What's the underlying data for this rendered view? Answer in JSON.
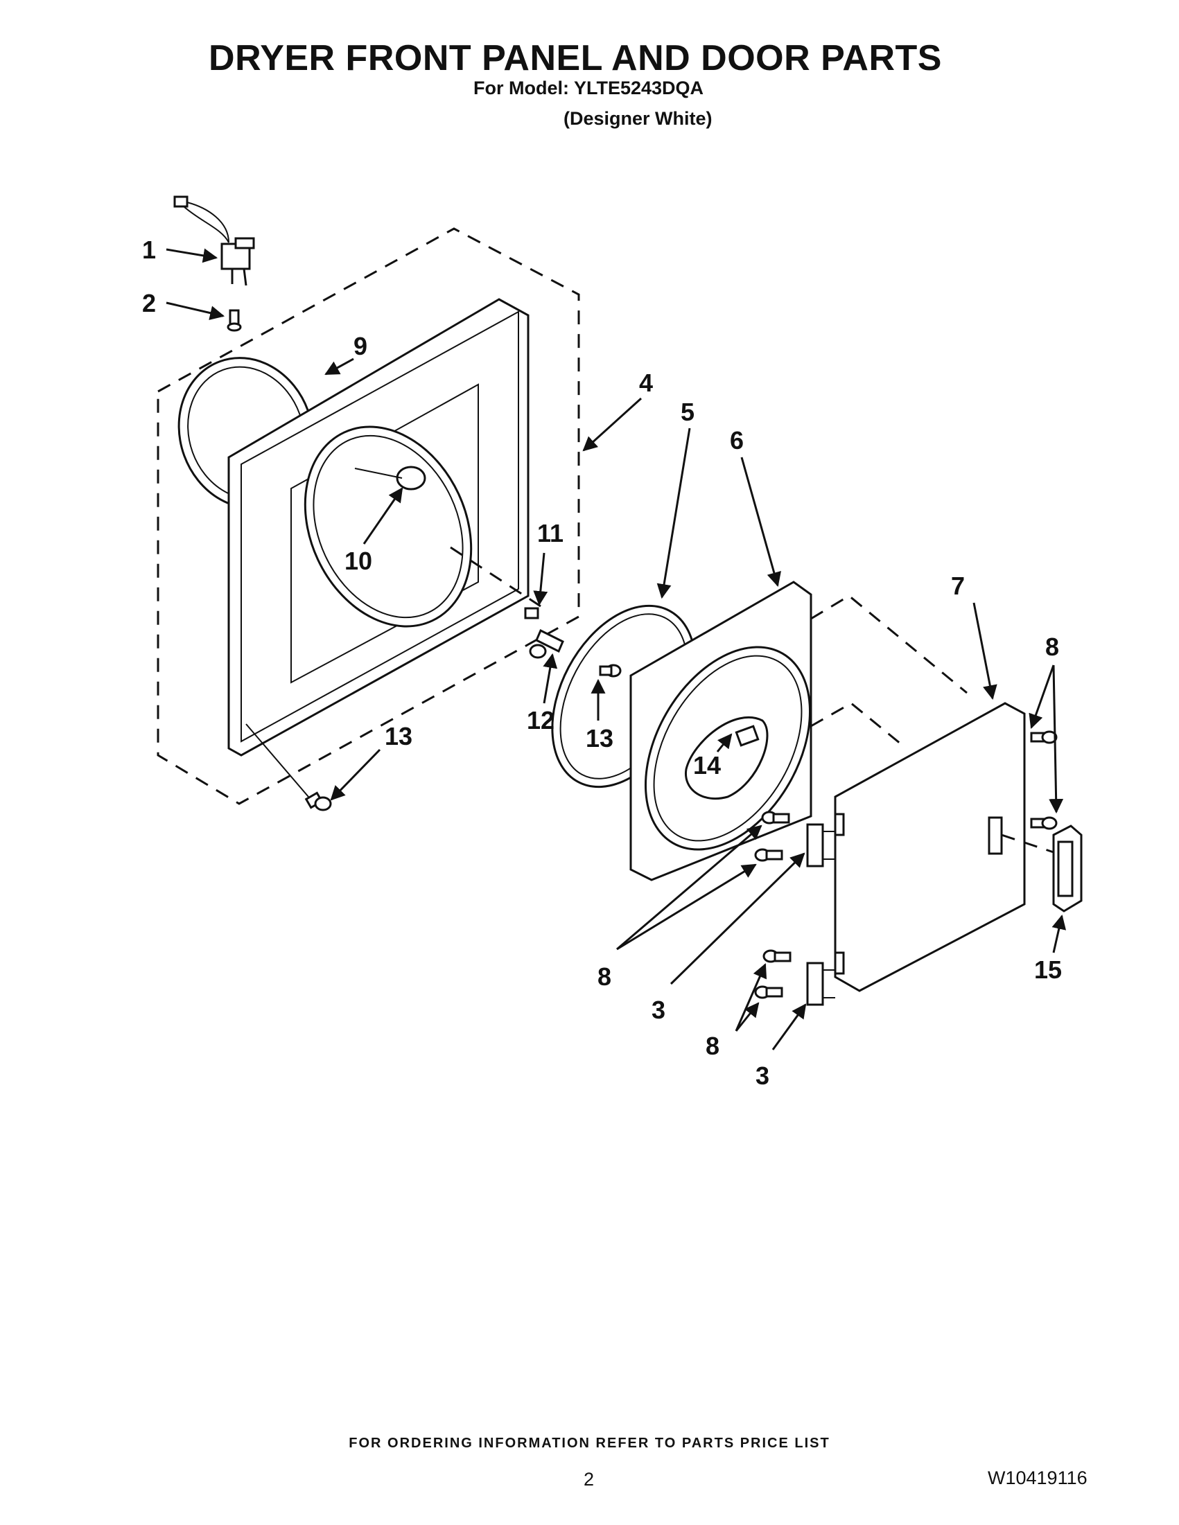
{
  "header": {
    "title": "DRYER FRONT PANEL AND DOOR PARTS",
    "model_line": "For Model: YLTE5243DQA",
    "color_line": "(Designer White)"
  },
  "callouts": {
    "c1": "1",
    "c2": "2",
    "c3a": "3",
    "c3b": "3",
    "c4": "4",
    "c5": "5",
    "c6": "6",
    "c7": "7",
    "c8a": "8",
    "c8b": "8",
    "c8c": "8",
    "c9": "9",
    "c10": "10",
    "c11": "11",
    "c12": "12",
    "c13a": "13",
    "c13b": "13",
    "c14": "14",
    "c15": "15"
  },
  "footer": {
    "note": "FOR ORDERING INFORMATION REFER TO PARTS PRICE LIST",
    "page_number": "2",
    "document_number": "W10419116"
  }
}
